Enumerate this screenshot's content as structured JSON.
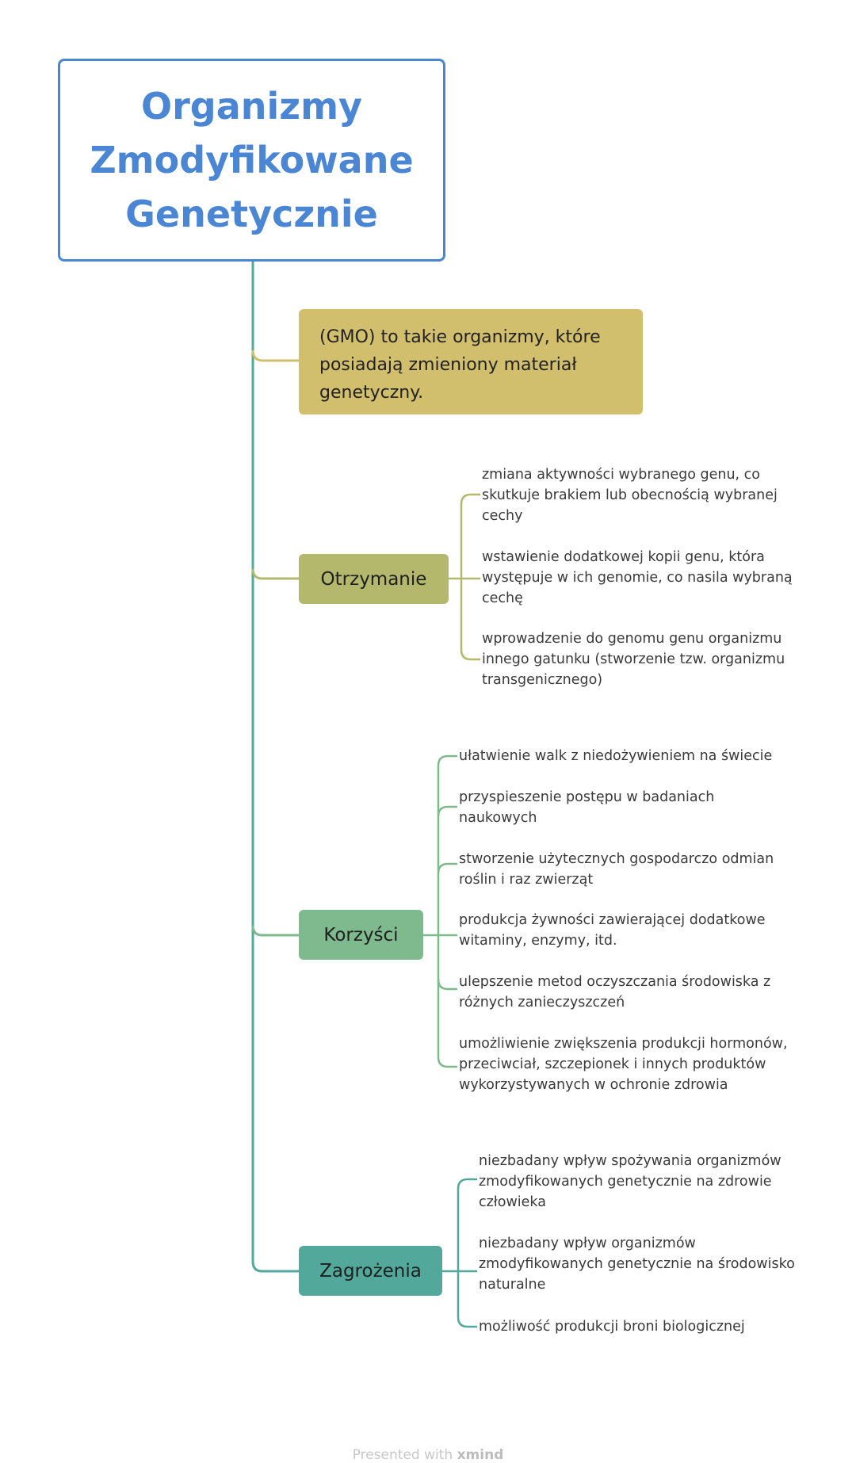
{
  "root": {
    "title_lines": [
      "Organizmy",
      "Zmodyfikowane",
      "Genetycznie"
    ]
  },
  "definition": {
    "lines": [
      "(GMO) to takie organizmy, które",
      "posiadają zmieniony materiał",
      "genetyczny."
    ]
  },
  "branches": {
    "otrzymanie": {
      "label": "Otrzymanie",
      "items": [
        {
          "lines": [
            "zmiana aktywności wybranego genu, co",
            "skutkuje brakiem lub obecnością wybranej",
            "cechy"
          ]
        },
        {
          "lines": [
            "wstawienie dodatkowej kopii genu, która",
            "występuje w ich genomie, co nasila wybraną",
            "cechę"
          ]
        },
        {
          "lines": [
            "wprowadzenie do genomu genu organizmu",
            "innego gatunku (stworzenie tzw. organizmu",
            "transgenicznego)"
          ]
        }
      ]
    },
    "korzysci": {
      "label": "Korzyści",
      "items": [
        {
          "lines": [
            "ułatwienie walk z niedożywieniem na świecie"
          ]
        },
        {
          "lines": [
            "przyspieszenie postępu w badaniach",
            "naukowych"
          ]
        },
        {
          "lines": [
            "stworzenie użytecznych gospodarczo odmian",
            "roślin i raz zwierząt"
          ]
        },
        {
          "lines": [
            "produkcja żywności zawierającej dodatkowe",
            "witaminy, enzymy, itd."
          ]
        },
        {
          "lines": [
            "ulepszenie metod oczyszczania środowiska z",
            "różnych zanieczyszczeń"
          ]
        },
        {
          "lines": [
            "umożliwienie zwiększenia produkcji hormonów,",
            "przeciwciał, szczepionek i innych produktów",
            "wykorzystywanych w ochronie zdrowia"
          ]
        }
      ]
    },
    "zagrozenia": {
      "label": "Zagrożenia",
      "items": [
        {
          "lines": [
            "niezbadany wpływ spożywania organizmów",
            "zmodyfikowanych genetycznie na zdrowie",
            "człowieka"
          ]
        },
        {
          "lines": [
            "niezbadany wpływ organizmów",
            "zmodyfikowanych genetycznie na środowisko",
            "naturalne"
          ]
        },
        {
          "lines": [
            "możliwość produkcji broni biologicznej"
          ]
        }
      ]
    }
  },
  "footer": {
    "prefix": "Presented with",
    "brand": "xmind"
  },
  "colors": {
    "root_border": "#4a86d4",
    "definition_bg": "#d2bf6e",
    "otrzymanie_bg": "#b3b86d",
    "korzysci_bg": "#7fb98e",
    "zagrozenia_bg": "#52a89b",
    "trunk": "#52a89b"
  }
}
